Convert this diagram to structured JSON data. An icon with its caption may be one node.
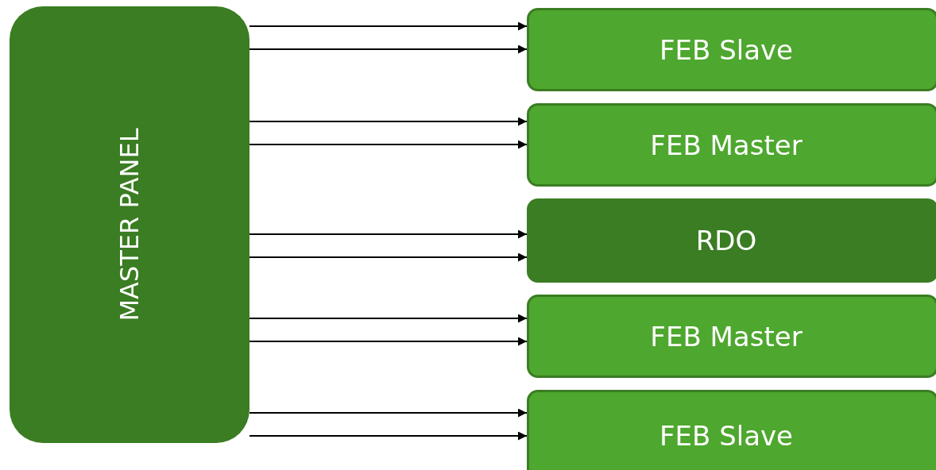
{
  "diagram": {
    "nodes": [
      {
        "text": [
          "MASTER PANEL"
        ]
      },
      {
        "text": [
          "FEB Slave"
        ]
      },
      {
        "text": [
          "FEB Master"
        ]
      },
      {
        "text": [
          "RDO"
        ]
      },
      {
        "text": [
          "FEB Master"
        ]
      },
      {
        "text": [
          "FEB Slave"
        ]
      }
    ],
    "edges": [
      {
        "from": 0,
        "to": 1,
        "arrow": "to"
      },
      {
        "from": 0,
        "to": 1,
        "arrow": "to"
      },
      {
        "from": 0,
        "to": 2,
        "arrow": "to"
      },
      {
        "from": 0,
        "to": 2,
        "arrow": "to"
      },
      {
        "from": 0,
        "to": 3,
        "arrow": "to"
      },
      {
        "from": 0,
        "to": 3,
        "arrow": "to"
      },
      {
        "from": 0,
        "to": 4,
        "arrow": "to"
      },
      {
        "from": 0,
        "to": 4,
        "arrow": "to"
      },
      {
        "from": 0,
        "to": 5,
        "arrow": "to"
      },
      {
        "from": 0,
        "to": 5,
        "arrow": "to"
      }
    ]
  }
}
